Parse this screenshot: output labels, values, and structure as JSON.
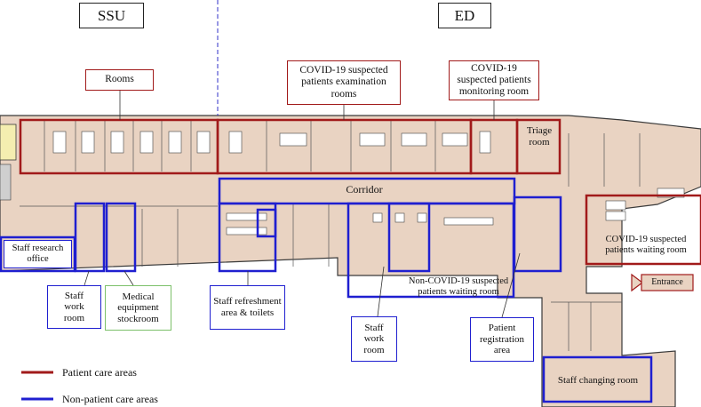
{
  "zones": {
    "ssu": "SSU",
    "ed": "ED"
  },
  "callouts": {
    "rooms": "Rooms",
    "covid_exam": "COVID-19 suspected patients examination rooms",
    "covid_monitor": "COVID-19 suspected patients monitoring room",
    "staff_research": "Staff research office",
    "staff_work_left": "Staff work room",
    "medical_equipment": "Medical equipment stockroom",
    "staff_refreshment": "Staff refreshment area & toilets",
    "staff_work_mid": "Staff work room",
    "patient_registration": "Patient registration area",
    "staff_changing": "Staff changing room",
    "entrance": "Entrance"
  },
  "plan_labels": {
    "triage": "Triage room",
    "corridor": "Corridor",
    "non_covid_waiting": "Non-COVID-19 suspected patients waiting room",
    "covid_waiting": "COVID-19 suspected patients waiting room"
  },
  "legend": {
    "patient_care": "Patient care areas",
    "non_patient_care": "Non-patient care areas"
  },
  "colors": {
    "patient_care": "#a11a1a",
    "non_patient_care": "#1f1fd0",
    "floor": "#e9d3c2",
    "wall": "#3a3a3a"
  }
}
